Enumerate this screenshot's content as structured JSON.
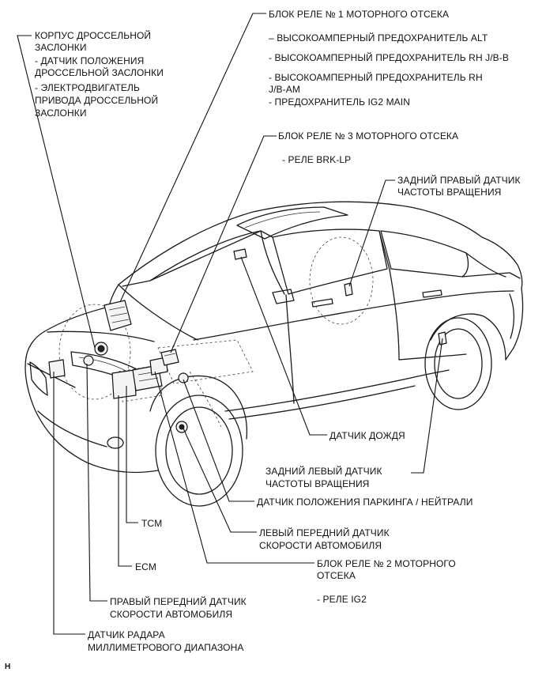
{
  "labels": {
    "relay1_title": "БЛОК РЕЛЕ № 1 МОТОРНОГО ОТСЕКА",
    "relay1_item1": "– ВЫСОКОАМПЕРНЫЙ ПРЕДОХРАНИТЕЛЬ ALT",
    "relay1_item2": "- ВЫСОКОАМПЕРНЫЙ ПРЕДОХРАНИТЕЛЬ RH J/B-B",
    "relay1_item3a": "- ВЫСОКОАМПЕРНЫЙ ПРЕДОХРАНИТЕЛЬ RH",
    "relay1_item3b": "J/B-AM",
    "relay1_item4": "- ПРЕДОХРАНИТЕЛЬ IG2 MAIN",
    "throttle_title_a": "КОРПУС ДРОССЕЛЬНОЙ",
    "throttle_title_b": "ЗАСЛОНКИ",
    "throttle_item1a": "- ДАТЧИК ПОЛОЖЕНИЯ",
    "throttle_item1b": "ДРОССЕЛЬНОЙ ЗАСЛОНКИ",
    "throttle_item2a": "- ЭЛЕКТРОДВИГАТЕЛЬ",
    "throttle_item2b": "ПРИВОДА ДРОССЕЛЬНОЙ",
    "throttle_item2c": "ЗАСЛОНКИ",
    "relay3_title": "БЛОК РЕЛЕ № 3 МОТОРНОГО ОТСЕКА",
    "relay3_item": "- РЕЛЕ BRK-LP",
    "rear_right_a": "ЗАДНИЙ ПРАВЫЙ ДАТЧИК",
    "rear_right_b": "ЧАСТОТЫ ВРАЩЕНИЯ",
    "rain_sensor": "ДАТЧИК ДОЖДЯ",
    "rear_left_a": "ЗАДНИЙ ЛЕВЫЙ ДАТЧИК",
    "rear_left_b": "ЧАСТОТЫ ВРАЩЕНИЯ",
    "park_neutral": "ДАТЧИК ПОЛОЖЕНИЯ ПАРКИНГА / НЕЙТРАЛИ",
    "tcm": "TCM",
    "front_left_a": "ЛЕВЫЙ ПЕРЕДНИЙ ДАТЧИК",
    "front_left_b": "СКОРОСТИ АВТОМОБИЛЯ",
    "ecm": "ECM",
    "relay2_title_a": "БЛОК РЕЛЕ № 2 МОТОРНОГО",
    "relay2_title_b": "ОТСЕКА",
    "relay2_item": "- РЕЛЕ IG2",
    "front_right_a": "ПРАВЫЙ ПЕРЕДНИЙ ДАТЧИК",
    "front_right_b": "СКОРОСТИ АВТОМОБИЛЯ",
    "radar_a": "ДАТЧИК РАДАРА",
    "radar_b": "МИЛЛИМЕТРОВОГО ДИАПАЗОНА",
    "corner_mark": "H"
  },
  "colors": {
    "line": "#111111",
    "background": "#ffffff"
  }
}
